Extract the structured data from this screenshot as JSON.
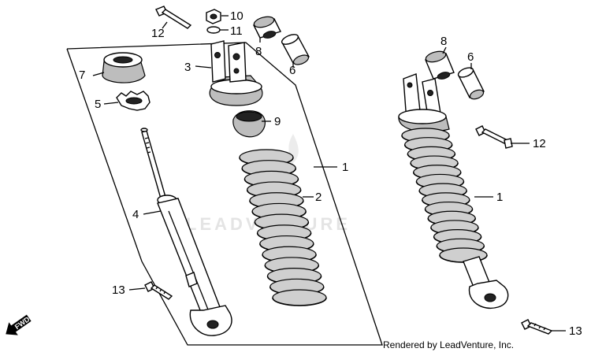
{
  "diagram": {
    "watermark_text": "LEADVENTURE",
    "credit_text": "Rendered by LeadVenture, Inc.",
    "fwd_label": "FWD",
    "callouts": {
      "c12a": "12",
      "c10": "10",
      "c11": "11",
      "c8a": "8",
      "c6a": "6",
      "c8b": "8",
      "c6b": "6",
      "c7": "7",
      "c3": "3",
      "c5": "5",
      "c9": "9",
      "c1a": "1",
      "c2": "2",
      "c4": "4",
      "c12b": "12",
      "c1b": "1",
      "c13a": "13",
      "c13b": "13"
    }
  }
}
